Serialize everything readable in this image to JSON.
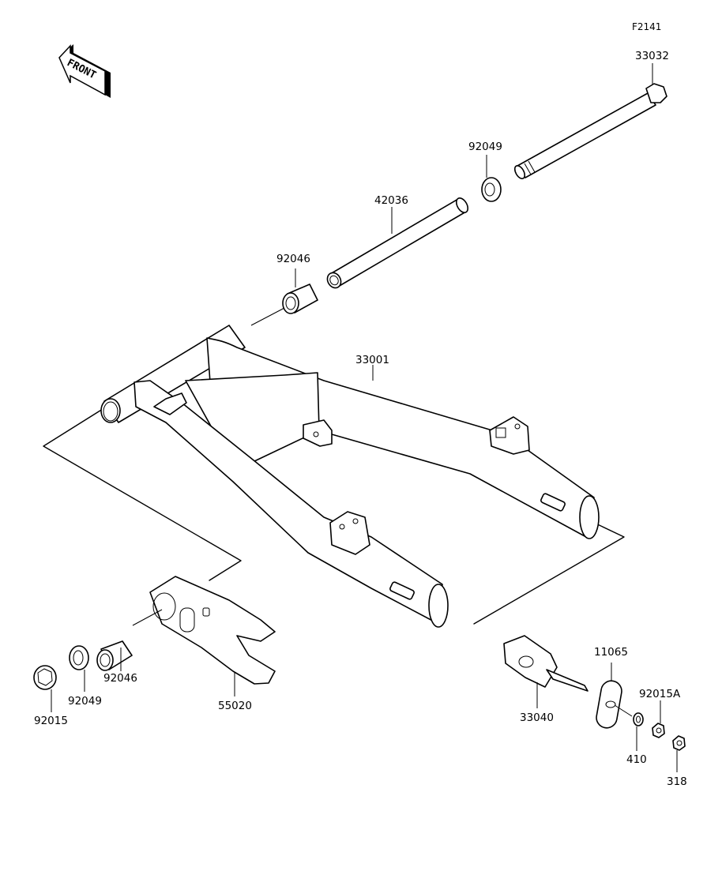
{
  "figure_id": "F2141",
  "front_indicator": {
    "text": "FRONT",
    "icon": "front-arrow-icon"
  },
  "parts": [
    {
      "id": "33032",
      "name": "pivot-shaft"
    },
    {
      "id": "92049",
      "name": "collar-upper"
    },
    {
      "id": "42036",
      "name": "sleeve"
    },
    {
      "id": "92046",
      "name": "needle-bearing-upper"
    },
    {
      "id": "33001",
      "name": "swingarm"
    },
    {
      "id": "92046",
      "name": "needle-bearing-lower"
    },
    {
      "id": "92049",
      "name": "collar-lower"
    },
    {
      "id": "92015",
      "name": "flange-nut"
    },
    {
      "id": "55020",
      "name": "chain-guide"
    },
    {
      "id": "33040",
      "name": "chain-adjuster"
    },
    {
      "id": "11065",
      "name": "plate"
    },
    {
      "id": "410",
      "name": "washer"
    },
    {
      "id": "92015A",
      "name": "nut"
    },
    {
      "id": "318",
      "name": "lock-nut"
    }
  ]
}
